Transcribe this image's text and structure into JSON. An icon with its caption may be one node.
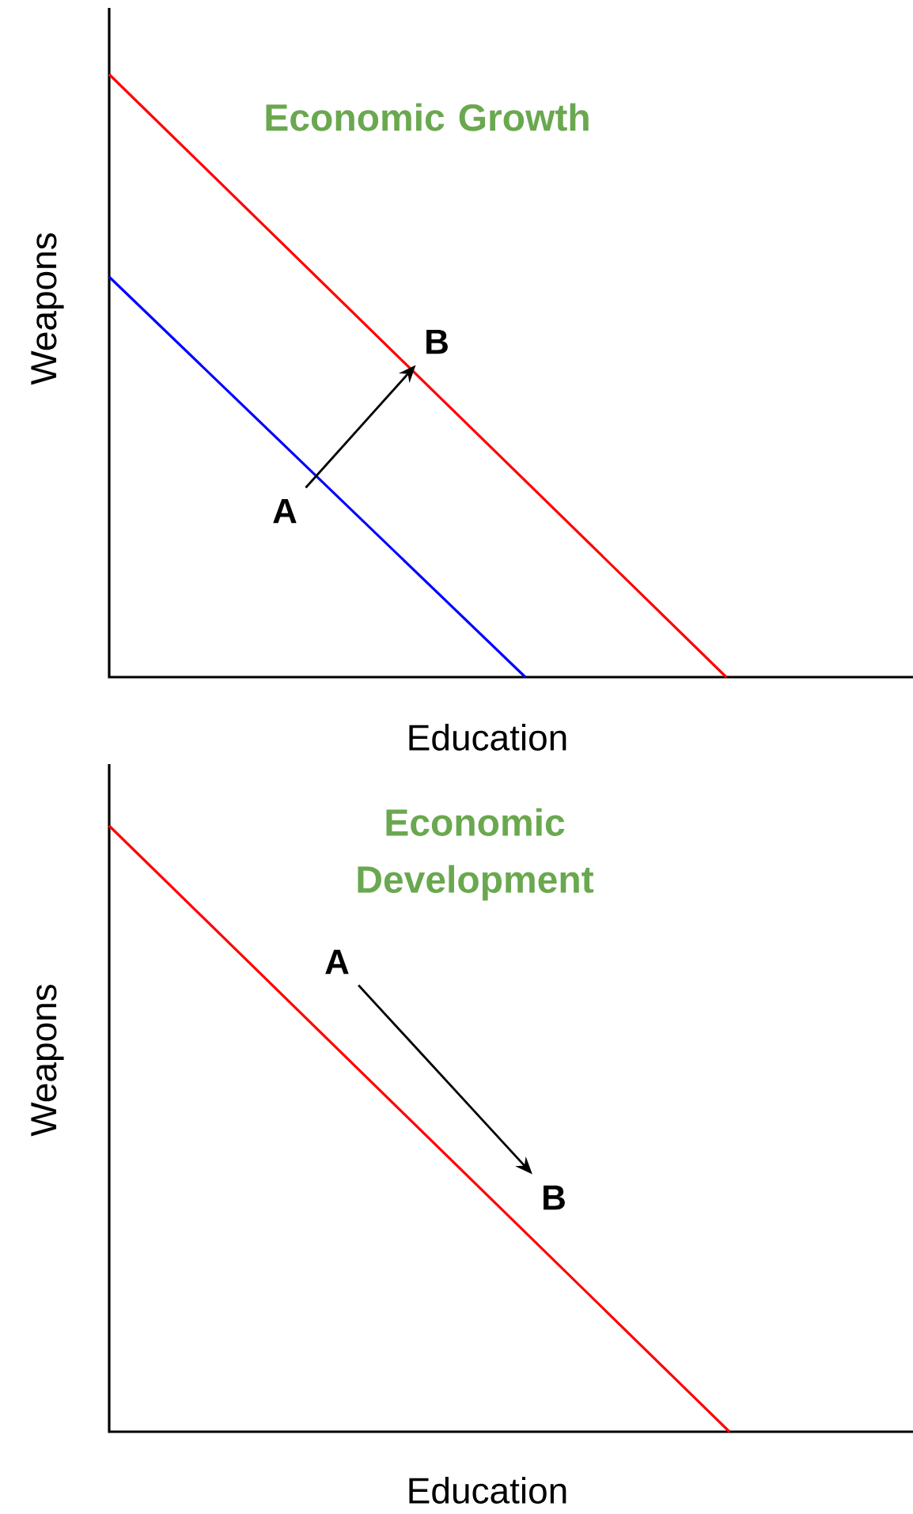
{
  "diagram": {
    "nodes": [
      {
        "text": [
          "A"
        ]
      },
      {
        "text": [
          "B"
        ]
      },
      {
        "text": [
          "A"
        ]
      },
      {
        "text": [
          "B"
        ]
      }
    ],
    "edges": [
      {
        "from": 0,
        "to": 1,
        "arrow": "to"
      },
      {
        "from": 2,
        "to": 3,
        "arrow": "to"
      }
    ],
    "labels": [
      "Economic Growth",
      "Weapons",
      "Education",
      "Economic Development",
      "Weapons",
      "Education"
    ]
  }
}
